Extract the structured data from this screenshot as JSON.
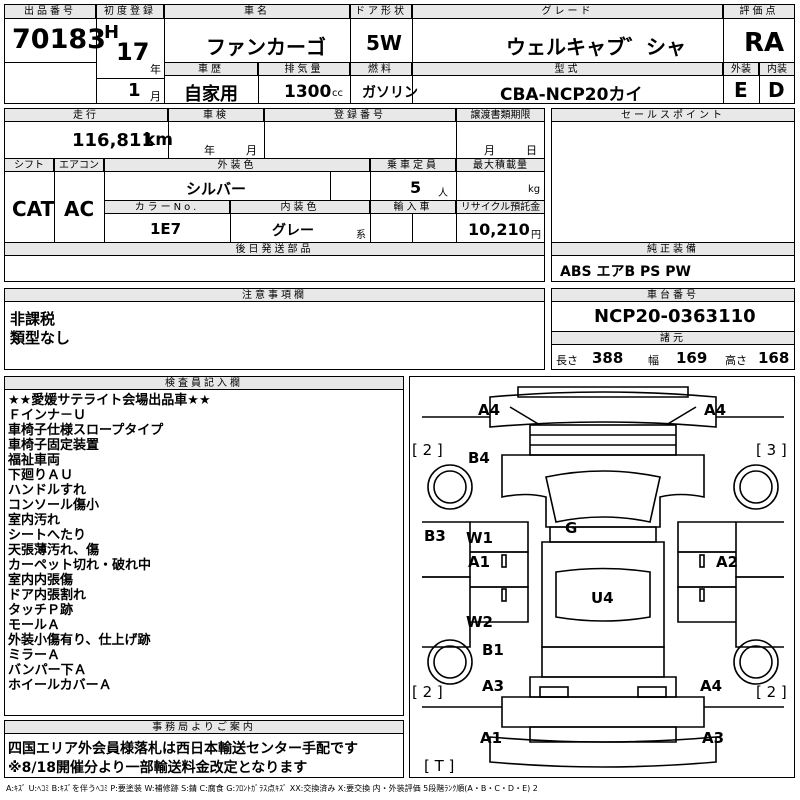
{
  "header": {
    "lot_label": "出品番号",
    "lot_number": "70183",
    "first_reg_label": "初度登録",
    "era": "H",
    "year": "17",
    "year_unit": "年",
    "month": "1",
    "month_unit": "月",
    "name_label": "車名",
    "car_name": "ファンカーゴ",
    "door_label": "ドア形状",
    "door": "5W",
    "grade_label": "グレード",
    "grade": "ウェルキャブ゛シャ",
    "score_label": "評価点",
    "score": "RA",
    "history_label": "車歴",
    "history": "自家用",
    "disp_label": "排気量",
    "displacement": "1300",
    "disp_unit": "cc",
    "fuel_label": "燃料",
    "fuel": "ガソリン",
    "model_label": "型式",
    "model": "CBA-NCP20カイ",
    "ext_label": "外装",
    "ext_grade": "E",
    "int_label": "内装",
    "int_grade": "D"
  },
  "row2": {
    "mileage_label": "走行",
    "mileage": "116,811",
    "mileage_unit": "km",
    "shaken_label": "車検",
    "shaken_year": "年",
    "shaken_month": "月",
    "reg_label": "登録番号",
    "transfer_label": "譲渡書類期限",
    "transfer_month": "月",
    "transfer_day": "日",
    "sales_label": "セールスポイント"
  },
  "row3": {
    "shift_label": "シフト",
    "shift": "CAT",
    "ac_label": "エアコン",
    "ac": "AC",
    "color_label": "外装色",
    "color": "シルバー",
    "capacity_label": "乗車定員",
    "capacity": "5",
    "capacity_unit": "人",
    "load_label": "最大積載量",
    "load_unit": "kg",
    "color_no_label": "カラーNo.",
    "color_no": "1E7",
    "int_color_label": "内装色",
    "int_color": "グレー",
    "int_color_unit": "系",
    "import_label": "輸入車",
    "recycle_label": "リサイクル預託金",
    "recycle": "10,210",
    "recycle_unit": "円",
    "parts_label": "後日発送部品",
    "equip_label": "純正装備",
    "equipment": "ABS エアB PS PW"
  },
  "caution": {
    "label": "注意事項欄",
    "lines": [
      "非課税",
      "類型なし"
    ]
  },
  "chassis": {
    "label": "車台番号",
    "number": "NCP20-0363110",
    "spec_label": "諸元",
    "length_label": "長さ",
    "length": "388",
    "width_label": "幅",
    "width": "169",
    "height_label": "高さ",
    "height": "168"
  },
  "inspector": {
    "label": "検査員記入欄",
    "lines": [
      "★★愛媛サテライト会場出品車★★",
      "Ｆインナ－Ｕ",
      "車椅子仕様スロープタイプ",
      "車椅子固定装置",
      "福祉車両",
      "下廻りＡＵ",
      "ハンドルすれ",
      "コンソール傷小",
      "室内汚れ",
      "シートへたり",
      "天張薄汚れ、傷",
      "カーペット切れ・破れ中",
      "室内内張傷",
      "ドア内張割れ",
      "タッチＰ跡",
      "モールＡ",
      "外装小傷有り、仕上げ跡",
      "ミラーＡ",
      "バンパー下Ａ",
      "ホイールカバーＡ"
    ]
  },
  "office": {
    "label": "事務局よりご案内",
    "lines": [
      "四国エリア外会員様落札は西日本輸送センター手配です",
      "※8/18開催分より一部輸送料金改定となります"
    ]
  },
  "diagram": {
    "marks": {
      "a4_left": "A4",
      "a4_right": "A4",
      "tire_tl": "[ 2 ]",
      "tire_tr": "[ 3 ]",
      "b4": "B4",
      "g": "G",
      "b3": "B3",
      "w1": "W1",
      "a1_mid": "A1",
      "a2": "A2",
      "u4": "U4",
      "w2": "W2",
      "b1": "B1",
      "a3_left": "A3",
      "a4_bottom": "A4",
      "tire_bl": "[ 2 ]",
      "tire_br": "[ 2 ]",
      "a1_bottom": "A1",
      "a3_bottom": "A3",
      "trunk": "[ T ]"
    }
  },
  "legend": "A:ｷｽﾞ U:ﾍｺﾐ B:ｷｽﾞを伴うﾍｺﾐ P:要塗装 W:補修跡 S:錆 C:腐食 G:ﾌﾛﾝﾄｶﾞﾗｽ点ｷｽﾞ XX:交換済み X:要交換 内・外装評価 5段階ﾗﾝｸ順(A・B・C・D・E) 2"
}
